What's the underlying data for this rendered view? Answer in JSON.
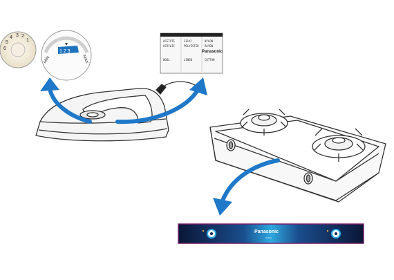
{
  "dial_small": {
    "numbers": [
      "1",
      "2",
      "3",
      "4",
      "5",
      "6"
    ]
  },
  "dial_large": {
    "min_label": "MIN",
    "max_label": "MAX",
    "scale": "1 2 3"
  },
  "label_card": {
    "brand": "Panasonic",
    "rows": [
      [
        "ACETATE",
        "SILK/",
        "NYLON"
      ],
      [
        "ACRYLIC",
        "POLYESTER",
        "RAYON"
      ],
      [
        "WOOL",
        "LINEN",
        "COTTON"
      ]
    ]
  },
  "panel": {
    "brand": "Panasonic",
    "sub": "PANEL"
  },
  "colors": {
    "arrow": "#1f78c8",
    "panel_bg": "#0a1e4a",
    "panel_glow": "#2ea8e0",
    "panel_border": "#7a1f6e",
    "dial_accent": "#1e73be"
  }
}
